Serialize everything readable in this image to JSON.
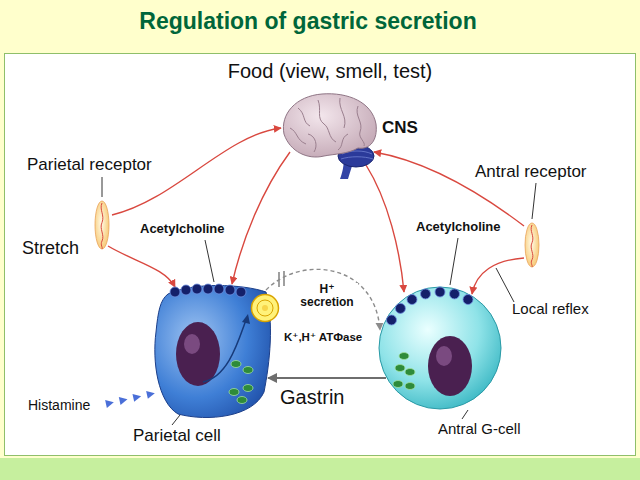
{
  "diagram": {
    "title": "Regulation of gastric secretion",
    "nodes": [
      {
        "text": [
          "CNS"
        ]
      },
      {
        "text": [
          "Parietal receptor"
        ]
      },
      {
        "text": [
          "Antral receptor"
        ]
      },
      {
        "text": [
          "Parietal cell"
        ]
      },
      {
        "text": [
          "K⁺,H⁺ ATФase"
        ],
        "in": 3
      },
      {
        "text": [
          "Antral G-cell"
        ]
      }
    ],
    "edges": [
      {
        "from": 1,
        "to": 3,
        "arrow": "to"
      },
      {
        "from": 1,
        "to": 0,
        "arrow": "to"
      },
      {
        "from": 0,
        "to": 3,
        "label": "Acetylcholine",
        "arrow": "to"
      },
      {
        "from": 0,
        "to": 5,
        "label": "Acetylcholine",
        "arrow": "to"
      },
      {
        "from": 2,
        "to": 0,
        "arrow": "to"
      },
      {
        "from": 2,
        "to": 5,
        "arrow": "to"
      },
      {
        "from": 3,
        "to": 5,
        "label": "H⁺ secretion",
        "arrow": "to"
      },
      {
        "from": 5,
        "to": 3,
        "label": "Gastrin",
        "arrow": "to"
      }
    ],
    "labels": [
      "Food (view, smell, test)",
      "Stretch",
      "Local reflex",
      "Histamine"
    ]
  }
}
